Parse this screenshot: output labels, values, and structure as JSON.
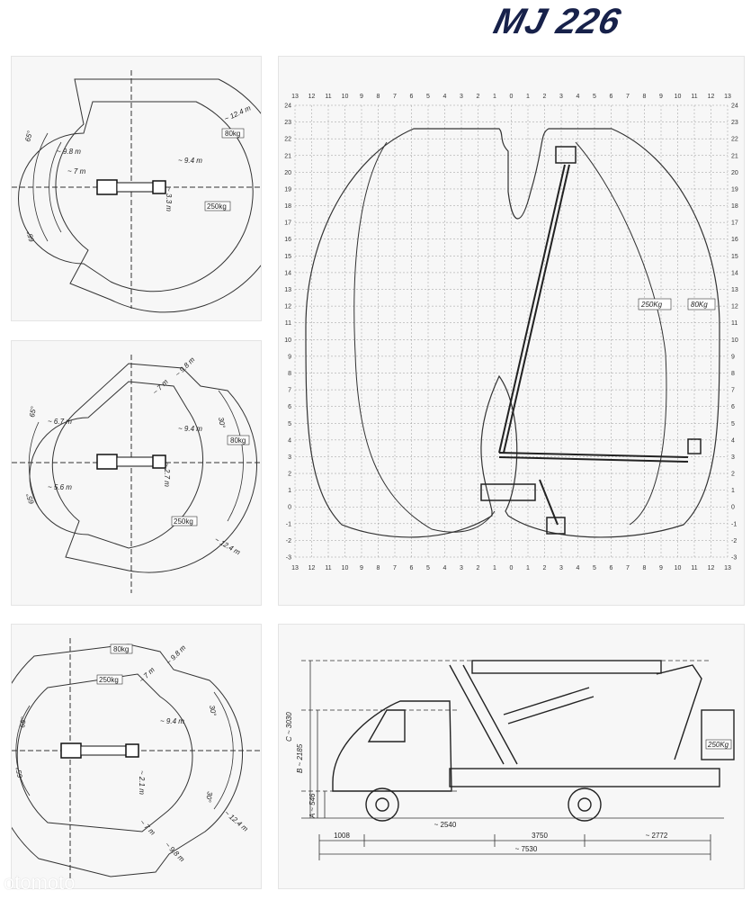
{
  "brand": {
    "model": "MJ 226"
  },
  "watermark": {
    "text": "otomoto"
  },
  "diagram_top": {
    "angle_upper": "65°",
    "angle_lower": "65°",
    "r_outer": "~ 12.4 m",
    "r_mid": "~ 9.8 m",
    "r_inner": "~ 7 m",
    "r_side": "~ 9.4 m",
    "r_min": "~ 3.3 m",
    "load_small": "80kg",
    "load_big": "250kg"
  },
  "diagram_middle": {
    "angle_upper": "65°",
    "angle_lower": "65°",
    "angle_right": "30°",
    "r_outer": "~ 12.4 m",
    "r_mid": "~ 9.8 m",
    "r_inner": "~ 7 m",
    "r_side_upper": "~ 6.7 m",
    "r_side_lower": "~ 5.6 m",
    "r_front": "~ 9.4 m",
    "r_min": "~ 2.7 m",
    "load_small": "80kg",
    "load_big": "250kg"
  },
  "diagram_bottom": {
    "angle_upper": "65°",
    "angle_lower": "65°",
    "angle_right_upper": "30°",
    "angle_right_lower": "30°",
    "r_outer": "~ 12.4 m",
    "r_mid_upper": "~ 9.8 m",
    "r_mid_lower": "~ 9.8 m",
    "r_inner_upper": "~ 7 m",
    "r_inner_lower": "~ 7 m",
    "r_front": "~ 9.4 m",
    "r_min": "~ 2.1 m",
    "load_small": "80kg",
    "load_big": "250kg"
  },
  "working_range": {
    "x_ticks": [
      "13",
      "12",
      "11",
      "10",
      "9",
      "8",
      "7",
      "6",
      "5",
      "4",
      "3",
      "2",
      "1",
      "0",
      "1",
      "2",
      "3",
      "4",
      "5",
      "6",
      "7",
      "8",
      "9",
      "10",
      "11",
      "12",
      "13"
    ],
    "y_ticks": [
      "24",
      "23",
      "22",
      "21",
      "20",
      "19",
      "18",
      "17",
      "16",
      "15",
      "14",
      "13",
      "12",
      "11",
      "10",
      "9",
      "8",
      "7",
      "6",
      "5",
      "4",
      "3",
      "2",
      "1",
      "0",
      "-1",
      "-2",
      "-3"
    ],
    "load_big": "250Kg",
    "load_small": "80Kg"
  },
  "side_view": {
    "height_total": "C ~ 3030",
    "height_b": "B ~ 2185",
    "height_a": "A ~ 546",
    "basket_load": "250Kg",
    "dim_front": "1008",
    "dim_cab": "~ 2540",
    "dim_wheelbase": "3750",
    "dim_rear": "~ 2772",
    "dim_total": "~ 7530"
  }
}
